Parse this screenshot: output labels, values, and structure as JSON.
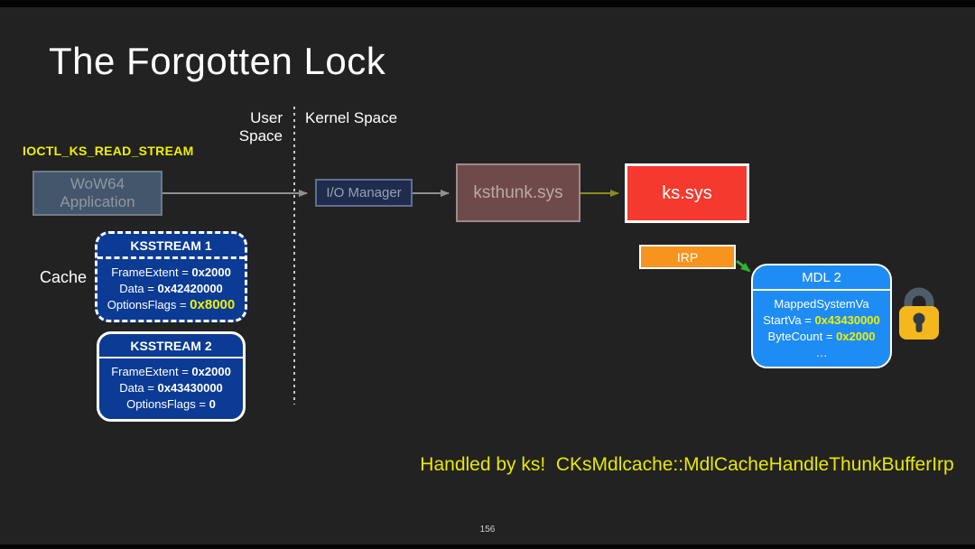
{
  "slide": {
    "title": "The Forgotten Lock",
    "page_number": "156",
    "footer_note": "Handled by ks!  CKsMdlcache::MdlCacheHandleThunkBufferIrp"
  },
  "labels": {
    "user_space": "User Space",
    "kernel_space": "Kernel Space",
    "ioctl": "IOCTL_KS_READ_STREAM",
    "cache": "Cache"
  },
  "boxes": {
    "wow64": {
      "line1": "WoW64",
      "line2": "Application"
    },
    "io_manager": {
      "label": "I/O Manager"
    },
    "ksthunk": {
      "label": "ksthunk.sys"
    },
    "ks": {
      "label": "ks.sys"
    },
    "irp": {
      "label": "IRP"
    }
  },
  "ksstream1": {
    "title": "KSSTREAM 1",
    "fields": [
      {
        "label": "FrameExtent = ",
        "value": "0x2000"
      },
      {
        "label": "Data = ",
        "value": "0x42420000"
      },
      {
        "label": "OptionsFlags = ",
        "value": "0x8000"
      }
    ]
  },
  "ksstream2": {
    "title": "KSSTREAM 2",
    "fields": [
      {
        "label": "FrameExtent = ",
        "value": "0x2000"
      },
      {
        "label": "Data = ",
        "value": "0x43430000"
      },
      {
        "label": "OptionsFlags = ",
        "value": "0"
      }
    ]
  },
  "mdl2": {
    "title": "MDL 2",
    "line1": "MappedSystemVa",
    "fields": [
      {
        "label": "StartVa = ",
        "value": "0x43430000"
      },
      {
        "label": "ByteCount = ",
        "value": "0x2000"
      }
    ],
    "ellipsis": "…"
  },
  "icons": {
    "lock": "padlock-icon"
  },
  "colors": {
    "highlight_yellow": "#f0f000",
    "footer_yellow": "#e8e800",
    "ks_red": "#f5392e",
    "irp_orange": "#f7941d",
    "mdl_blue": "#1e8cf5",
    "ksstream_blue": "#0b3b94",
    "wow64_slate": "#44566c",
    "io_manager_navy": "#1f2c4d",
    "ksthunk_maroon": "#6f4a4a",
    "lock_gold": "#f5b81c",
    "lock_shackle": "#4e5d68",
    "arrow_gray": "#909090",
    "arrow_olive": "#8b8b1d",
    "arrow_green": "#2eb52e"
  }
}
